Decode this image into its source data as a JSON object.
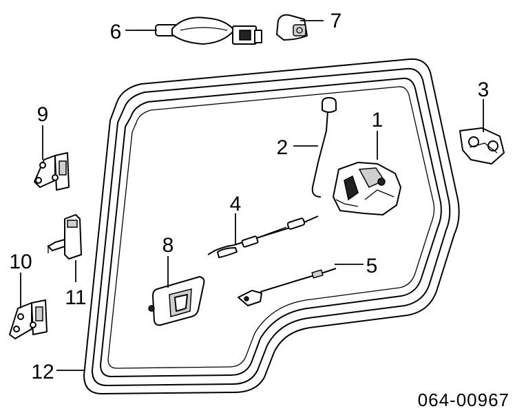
{
  "callouts": [
    "1",
    "2",
    "3",
    "4",
    "5",
    "6",
    "7",
    "8",
    "9",
    "10",
    "11",
    "12"
  ],
  "diagram_code": "064-00967"
}
